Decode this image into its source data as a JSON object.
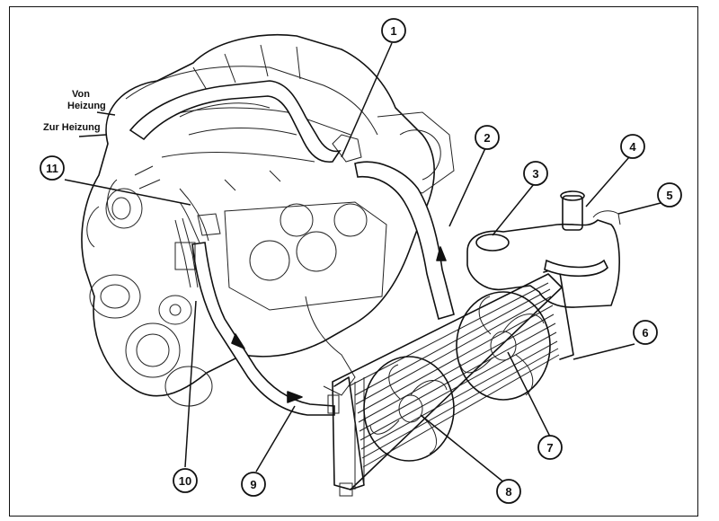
{
  "labels": {
    "from_heater_line1": "Von",
    "from_heater_line2": "Heizung",
    "to_heater": "Zur Heizung"
  },
  "callouts": [
    "1",
    "2",
    "3",
    "4",
    "5",
    "6",
    "7",
    "8",
    "9",
    "10",
    "11"
  ],
  "colors": {
    "ink": "#111111",
    "background": "#ffffff"
  }
}
